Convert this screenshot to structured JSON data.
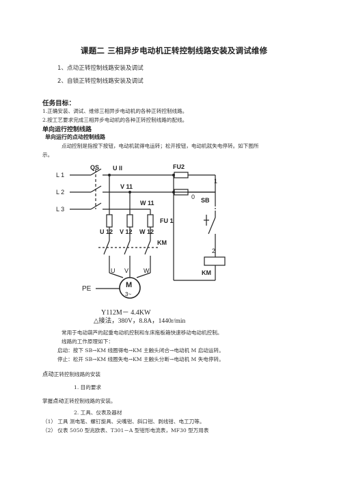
{
  "doc": {
    "title": "课题二  三相异步电动机正转控制线路安装及调试维修",
    "items": [
      "1、点动正转控制线路安装及调试",
      "2、自锁正转控制线路安装及调试"
    ],
    "goal_heading": "任务目标：",
    "goals": [
      "1.正确安装、调试、维修三相异步电动机的各种正转控制线路。",
      "2.按工艺要求完成三相异步电动机的各种正转控制线路的配线。"
    ],
    "section_heading": "单向运行控制线路",
    "subsection_heading": "单向运行的点动控制线路",
    "intro_lines": [
      "点动控制是指按下按钮，电动机就得电运转；松开按钮，电动机就失电停转。如下图所",
      "示。"
    ],
    "after_lines": [
      "常用于电动葫芦的起重电动机控制和车床拖板箱快速移动电动机控制。",
      "线路的工作原理如下：",
      "启动：按下 SB→KM 线圈得电→KM 主触头闭合→电动机 M 启动运转。",
      "停止：松开 SB→KM 线圈失电→KM 主触头分断→电动机 M 失电停转。"
    ],
    "install_heading_prefix": "点动",
    "install_heading_rest": "正转控制线路的安装",
    "req_heading": "1.   目的要求",
    "req_text_prefix": "掌握",
    "req_text_hl": "点动",
    "req_text_rest": "正转控制线路的安装。",
    "tools_heading": "2.   工具、仪表及器材",
    "tools": [
      "（1）   工具   测电笔、螺钉旋具、尖嘴钳、斜口钳、剥线钳、电工刀等。",
      "（2）   仪表   5050 型兆欧表、T301－A  型钳形电流表，MF30 型万用表"
    ]
  },
  "diagram": {
    "labels": {
      "L1": "L 1",
      "L2": "L 2",
      "L3": "L 3",
      "QS": "QS",
      "U11": "U ll",
      "V11": "V 11",
      "W11": "W 11",
      "FU2": "FU2",
      "FU1": "FU 1",
      "SB": "SB",
      "KM_top": "KM",
      "KM_coil": "KM",
      "U12": "U 12",
      "V12": "V 12",
      "W12": "W 12",
      "U": "U",
      "V": "V",
      "W": "W",
      "PE": "PE",
      "n1": "1",
      "n0": "0",
      "n2": "2",
      "motor_M": "M",
      "motor_3": "3~"
    },
    "model": "Y112M－ 4.4KW",
    "spec": "△接法，380V，8.8A，1440r/min"
  }
}
